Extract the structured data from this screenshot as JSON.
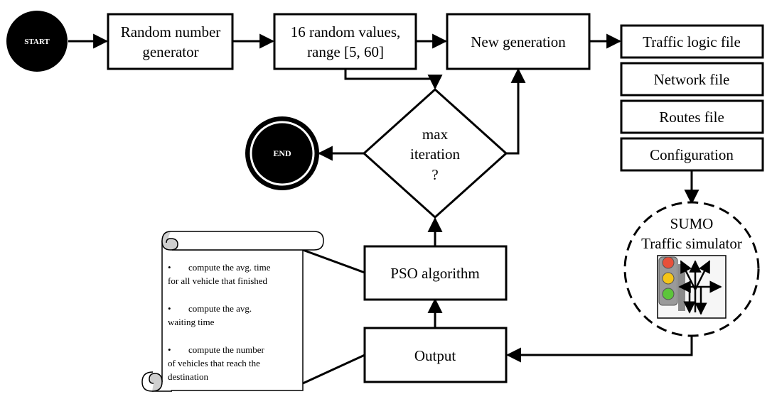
{
  "start": {
    "label": "START"
  },
  "end": {
    "label": "END"
  },
  "random_generator": {
    "line1": "Random number",
    "line2": "generator"
  },
  "random_values": {
    "line1": "16 random values,",
    "line2": "range [5, 60]"
  },
  "new_generation": {
    "label": "New generation"
  },
  "files": {
    "traffic_logic": "Traffic logic file",
    "network": "Network file",
    "routes": "Routes file",
    "configuration": "Configuration"
  },
  "decision": {
    "line1": "max",
    "line2": "iteration",
    "line3": "?"
  },
  "sumo": {
    "line1": "SUMO",
    "line2": "Traffic simulator"
  },
  "pso": {
    "label": "PSO algorithm"
  },
  "output": {
    "label": "Output"
  },
  "notes": {
    "bullet": "•",
    "item1_line1": "compute the avg. time",
    "item1_line2": "for all vehicle that finished",
    "item2_line1": "compute the avg.",
    "item2_line2": "waiting time",
    "item3_line1": "compute the number",
    "item3_line2": "of vehicles that reach the",
    "item3_line3": "destination"
  },
  "colors": {
    "line": "#000000",
    "light_red": "#e8503a",
    "light_yellow": "#f5c518",
    "light_green": "#5cc53a",
    "traffic_body": "#9a9a9a",
    "scroll_fill": "#cfcfcf"
  }
}
